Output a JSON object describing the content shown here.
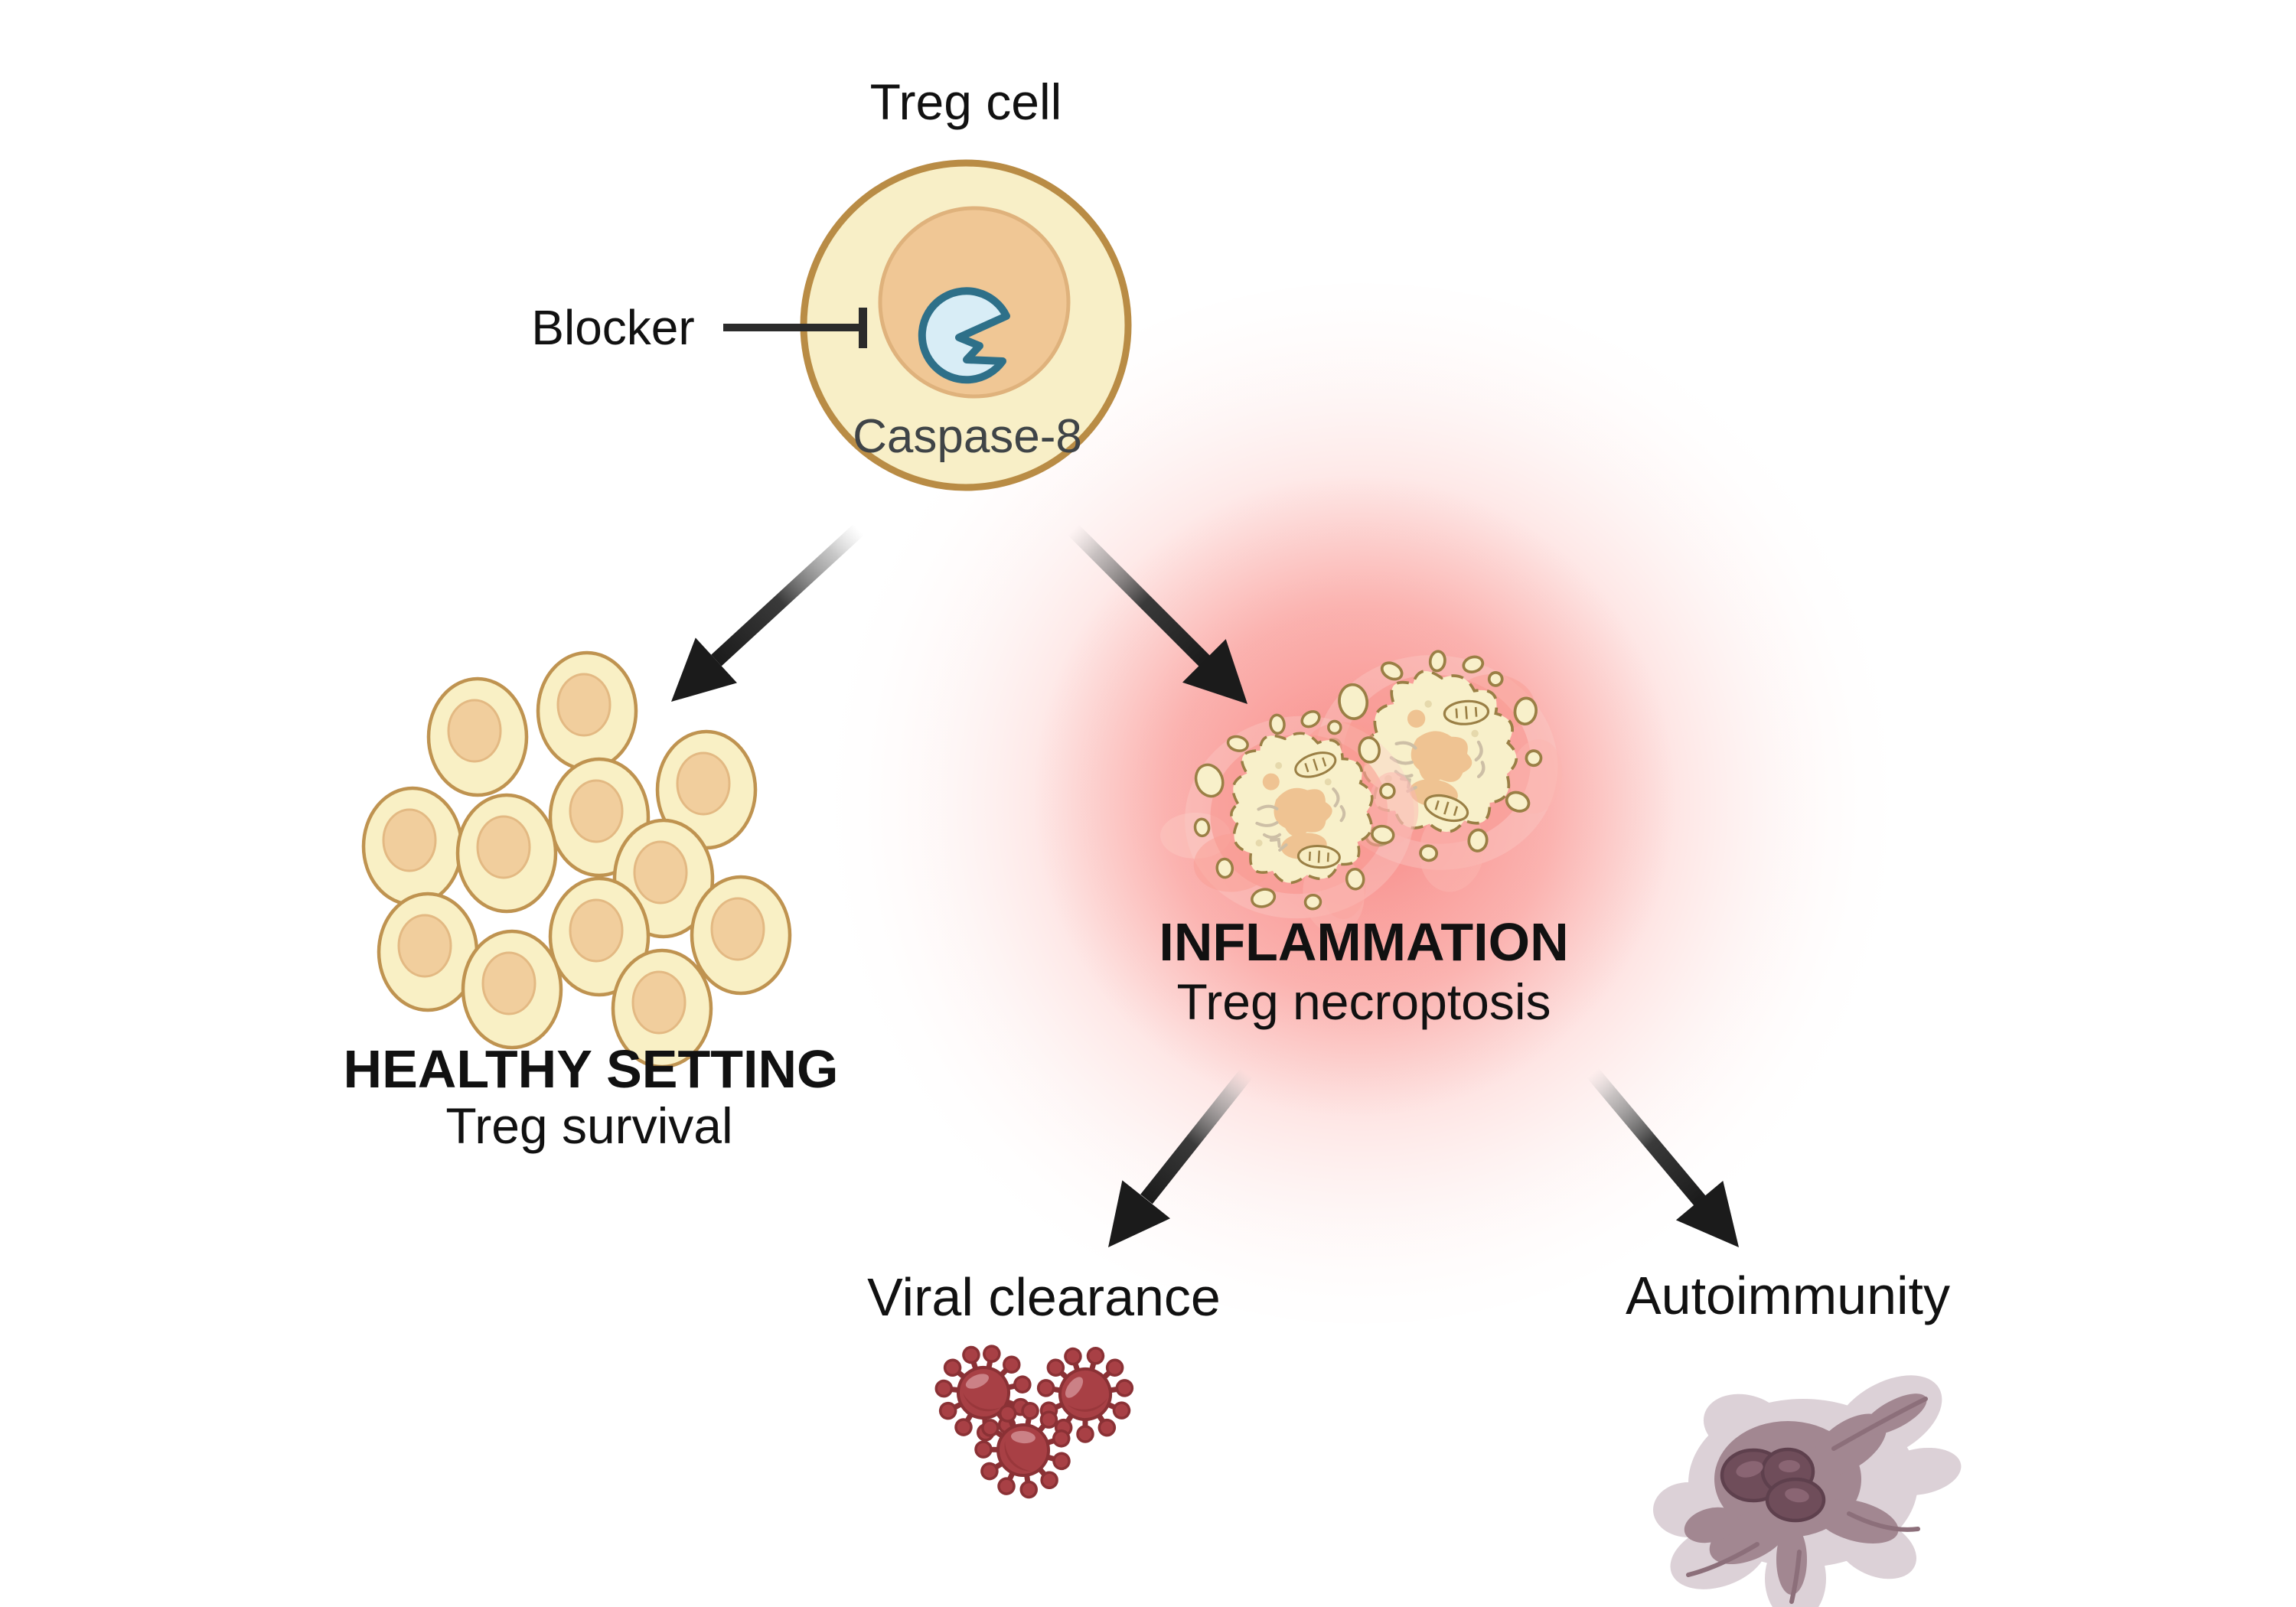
{
  "figure": {
    "treg_cell": {
      "label": "Treg cell",
      "protein_label": "Caspase-8"
    },
    "blocker": {
      "label": "Blocker"
    },
    "healthy": {
      "title": "HEALTHY SETTING",
      "subtitle": "Treg survival"
    },
    "inflammation": {
      "title": "INFLAMMATION",
      "subtitle": "Treg necroptosis"
    },
    "outcomes": {
      "viral": "Viral clearance",
      "autoimmunity": "Autoimmunity"
    }
  },
  "icons": [
    "treg-cell-icon",
    "caspase8-pacman-icon",
    "inhibitor-tbar-icon",
    "healthy-cell-cluster-icon",
    "necroptotic-cells-icon",
    "inflammation-glow",
    "virus-cluster-icon",
    "damaged-tissue-icon",
    "arrow-to-healthy",
    "arrow-to-inflammation",
    "arrow-to-viral",
    "arrow-to-autoimmunity"
  ],
  "palette": {
    "cell_fill": "#F8EFC7",
    "cell_border": "#B98C45",
    "nucleus_fill": "#F0C795",
    "nucleus_border": "#DFB27C",
    "caspase_fill": "#D8EDF6",
    "caspase_border": "#2E7089",
    "glow_red": "#F66E69",
    "pink_splash": "#F9968F",
    "necro_fill": "#F8F0CA",
    "necro_border": "#9A7F45",
    "necro_nucleus": "#EFC392",
    "virus_body": "#A84045",
    "virus_outline": "#8A3135",
    "virus_highlight": "#CB8186",
    "tissue_outer": "#DCD1D7",
    "tissue_mid": "#A28791",
    "tissue_branch": "#8C6F7A",
    "tissue_core": "#6F4D5A",
    "tissue_core_border": "#5E404D",
    "arrow_dark": "#1B1B1B",
    "text_dark": "#111111",
    "caspase_text": "#3F4447"
  }
}
